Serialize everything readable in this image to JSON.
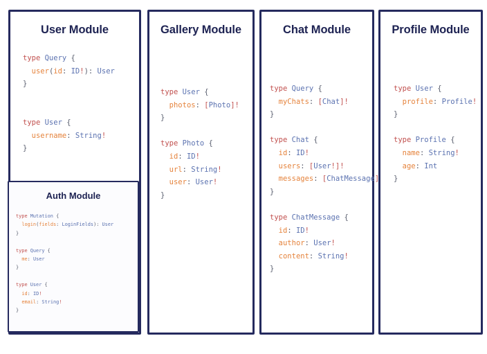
{
  "theme": {
    "border_color": "#252a5e",
    "title_color": "#1d2252",
    "background": "#ffffff",
    "keyword_color": "#c1504e",
    "typename_color": "#5b72b0",
    "field_color": "#e5833c",
    "punctuation_color": "#5b6070",
    "subpanel_background": "#fcfcfe"
  },
  "panels": [
    {
      "id": "user",
      "title": "User Module",
      "code_lines": [
        [
          {
            "t": "type ",
            "c": "kw"
          },
          {
            "t": "Query",
            "c": "type"
          },
          {
            "t": " {",
            "c": "punct"
          }
        ],
        [
          {
            "t": "  ",
            "c": "punct"
          },
          {
            "t": "user",
            "c": "field"
          },
          {
            "t": "(",
            "c": "punct"
          },
          {
            "t": "id",
            "c": "field"
          },
          {
            "t": ": ",
            "c": "punct"
          },
          {
            "t": "ID",
            "c": "type"
          },
          {
            "t": "!",
            "c": "mark"
          },
          {
            "t": "): ",
            "c": "punct"
          },
          {
            "t": "User",
            "c": "type"
          }
        ],
        [
          {
            "t": "}",
            "c": "punct"
          }
        ],
        [
          {
            "t": "",
            "c": "punct"
          }
        ],
        [
          {
            "t": "",
            "c": "punct"
          }
        ],
        [
          {
            "t": "type ",
            "c": "kw"
          },
          {
            "t": "User",
            "c": "type"
          },
          {
            "t": " {",
            "c": "punct"
          }
        ],
        [
          {
            "t": "  ",
            "c": "punct"
          },
          {
            "t": "username",
            "c": "field"
          },
          {
            "t": ": ",
            "c": "punct"
          },
          {
            "t": "String",
            "c": "type"
          },
          {
            "t": "!",
            "c": "mark"
          }
        ],
        [
          {
            "t": "}",
            "c": "punct"
          }
        ]
      ],
      "subpanel": {
        "id": "auth",
        "title": "Auth Module",
        "code_lines": [
          [
            {
              "t": "type ",
              "c": "kw"
            },
            {
              "t": "Mutation",
              "c": "type"
            },
            {
              "t": " {",
              "c": "punct"
            }
          ],
          [
            {
              "t": "  ",
              "c": "punct"
            },
            {
              "t": "login",
              "c": "field"
            },
            {
              "t": "(",
              "c": "punct"
            },
            {
              "t": "fields",
              "c": "field"
            },
            {
              "t": ": ",
              "c": "punct"
            },
            {
              "t": "LoginFields",
              "c": "type"
            },
            {
              "t": "): ",
              "c": "punct"
            },
            {
              "t": "User",
              "c": "type"
            }
          ],
          [
            {
              "t": "}",
              "c": "punct"
            }
          ],
          [
            {
              "t": "",
              "c": "punct"
            }
          ],
          [
            {
              "t": "type ",
              "c": "kw"
            },
            {
              "t": "Query",
              "c": "type"
            },
            {
              "t": " {",
              "c": "punct"
            }
          ],
          [
            {
              "t": "  ",
              "c": "punct"
            },
            {
              "t": "me",
              "c": "field"
            },
            {
              "t": ": ",
              "c": "punct"
            },
            {
              "t": "User",
              "c": "type"
            }
          ],
          [
            {
              "t": "}",
              "c": "punct"
            }
          ],
          [
            {
              "t": "",
              "c": "punct"
            }
          ],
          [
            {
              "t": "type ",
              "c": "kw"
            },
            {
              "t": "User",
              "c": "type"
            },
            {
              "t": " {",
              "c": "punct"
            }
          ],
          [
            {
              "t": "  ",
              "c": "punct"
            },
            {
              "t": "id",
              "c": "field"
            },
            {
              "t": ": ",
              "c": "punct"
            },
            {
              "t": "ID",
              "c": "type"
            },
            {
              "t": "!",
              "c": "mark"
            }
          ],
          [
            {
              "t": "  ",
              "c": "punct"
            },
            {
              "t": "email",
              "c": "field"
            },
            {
              "t": ": ",
              "c": "punct"
            },
            {
              "t": "String",
              "c": "type"
            },
            {
              "t": "!",
              "c": "mark"
            }
          ],
          [
            {
              "t": "}",
              "c": "punct"
            }
          ]
        ]
      }
    },
    {
      "id": "gallery",
      "title": "Gallery Module",
      "code_lines": [
        [
          {
            "t": "type ",
            "c": "kw"
          },
          {
            "t": "User",
            "c": "type"
          },
          {
            "t": " {",
            "c": "punct"
          }
        ],
        [
          {
            "t": "  ",
            "c": "punct"
          },
          {
            "t": "photos",
            "c": "field"
          },
          {
            "t": ": ",
            "c": "punct"
          },
          {
            "t": "[",
            "c": "mark"
          },
          {
            "t": "Photo",
            "c": "type"
          },
          {
            "t": "]!",
            "c": "mark"
          }
        ],
        [
          {
            "t": "}",
            "c": "punct"
          }
        ],
        [
          {
            "t": "",
            "c": "punct"
          }
        ],
        [
          {
            "t": "type ",
            "c": "kw"
          },
          {
            "t": "Photo",
            "c": "type"
          },
          {
            "t": " {",
            "c": "punct"
          }
        ],
        [
          {
            "t": "  ",
            "c": "punct"
          },
          {
            "t": "id",
            "c": "field"
          },
          {
            "t": ": ",
            "c": "punct"
          },
          {
            "t": "ID",
            "c": "type"
          },
          {
            "t": "!",
            "c": "mark"
          }
        ],
        [
          {
            "t": "  ",
            "c": "punct"
          },
          {
            "t": "url",
            "c": "field"
          },
          {
            "t": ": ",
            "c": "punct"
          },
          {
            "t": "String",
            "c": "type"
          },
          {
            "t": "!",
            "c": "mark"
          }
        ],
        [
          {
            "t": "  ",
            "c": "punct"
          },
          {
            "t": "user",
            "c": "field"
          },
          {
            "t": ": ",
            "c": "punct"
          },
          {
            "t": "User",
            "c": "type"
          },
          {
            "t": "!",
            "c": "mark"
          }
        ],
        [
          {
            "t": "}",
            "c": "punct"
          }
        ]
      ]
    },
    {
      "id": "chat",
      "title": "Chat Module",
      "code_lines": [
        [
          {
            "t": "type ",
            "c": "kw"
          },
          {
            "t": "Query",
            "c": "type"
          },
          {
            "t": " {",
            "c": "punct"
          }
        ],
        [
          {
            "t": "  ",
            "c": "punct"
          },
          {
            "t": "myChats",
            "c": "field"
          },
          {
            "t": ": ",
            "c": "punct"
          },
          {
            "t": "[",
            "c": "mark"
          },
          {
            "t": "Chat",
            "c": "type"
          },
          {
            "t": "]!",
            "c": "mark"
          }
        ],
        [
          {
            "t": "}",
            "c": "punct"
          }
        ],
        [
          {
            "t": "",
            "c": "punct"
          }
        ],
        [
          {
            "t": "type ",
            "c": "kw"
          },
          {
            "t": "Chat",
            "c": "type"
          },
          {
            "t": " {",
            "c": "punct"
          }
        ],
        [
          {
            "t": "  ",
            "c": "punct"
          },
          {
            "t": "id",
            "c": "field"
          },
          {
            "t": ": ",
            "c": "punct"
          },
          {
            "t": "ID",
            "c": "type"
          },
          {
            "t": "!",
            "c": "mark"
          }
        ],
        [
          {
            "t": "  ",
            "c": "punct"
          },
          {
            "t": "users",
            "c": "field"
          },
          {
            "t": ": ",
            "c": "punct"
          },
          {
            "t": "[",
            "c": "mark"
          },
          {
            "t": "User",
            "c": "type"
          },
          {
            "t": "!]!",
            "c": "mark"
          }
        ],
        [
          {
            "t": "  ",
            "c": "punct"
          },
          {
            "t": "messages",
            "c": "field"
          },
          {
            "t": ": ",
            "c": "punct"
          },
          {
            "t": "[",
            "c": "mark"
          },
          {
            "t": "ChatMessage",
            "c": "type"
          },
          {
            "t": "]!",
            "c": "mark"
          }
        ],
        [
          {
            "t": "}",
            "c": "punct"
          }
        ],
        [
          {
            "t": "",
            "c": "punct"
          }
        ],
        [
          {
            "t": "type ",
            "c": "kw"
          },
          {
            "t": "ChatMessage",
            "c": "type"
          },
          {
            "t": " {",
            "c": "punct"
          }
        ],
        [
          {
            "t": "  ",
            "c": "punct"
          },
          {
            "t": "id",
            "c": "field"
          },
          {
            "t": ": ",
            "c": "punct"
          },
          {
            "t": "ID",
            "c": "type"
          },
          {
            "t": "!",
            "c": "mark"
          }
        ],
        [
          {
            "t": "  ",
            "c": "punct"
          },
          {
            "t": "author",
            "c": "field"
          },
          {
            "t": ": ",
            "c": "punct"
          },
          {
            "t": "User",
            "c": "type"
          },
          {
            "t": "!",
            "c": "mark"
          }
        ],
        [
          {
            "t": "  ",
            "c": "punct"
          },
          {
            "t": "content",
            "c": "field"
          },
          {
            "t": ": ",
            "c": "punct"
          },
          {
            "t": "String",
            "c": "type"
          },
          {
            "t": "!",
            "c": "mark"
          }
        ],
        [
          {
            "t": "}",
            "c": "punct"
          }
        ]
      ]
    },
    {
      "id": "profile",
      "title": "Profile Module",
      "code_lines": [
        [
          {
            "t": "type ",
            "c": "kw"
          },
          {
            "t": "User",
            "c": "type"
          },
          {
            "t": " {",
            "c": "punct"
          }
        ],
        [
          {
            "t": "  ",
            "c": "punct"
          },
          {
            "t": "profile",
            "c": "field"
          },
          {
            "t": ": ",
            "c": "punct"
          },
          {
            "t": "Profile",
            "c": "type"
          },
          {
            "t": "!",
            "c": "mark"
          }
        ],
        [
          {
            "t": "}",
            "c": "punct"
          }
        ],
        [
          {
            "t": "",
            "c": "punct"
          }
        ],
        [
          {
            "t": "type ",
            "c": "kw"
          },
          {
            "t": "Profile",
            "c": "type"
          },
          {
            "t": " {",
            "c": "punct"
          }
        ],
        [
          {
            "t": "  ",
            "c": "punct"
          },
          {
            "t": "name",
            "c": "field"
          },
          {
            "t": ": ",
            "c": "punct"
          },
          {
            "t": "String",
            "c": "type"
          },
          {
            "t": "!",
            "c": "mark"
          }
        ],
        [
          {
            "t": "  ",
            "c": "punct"
          },
          {
            "t": "age",
            "c": "field"
          },
          {
            "t": ": ",
            "c": "punct"
          },
          {
            "t": "Int",
            "c": "type"
          }
        ],
        [
          {
            "t": "}",
            "c": "punct"
          }
        ]
      ]
    }
  ]
}
